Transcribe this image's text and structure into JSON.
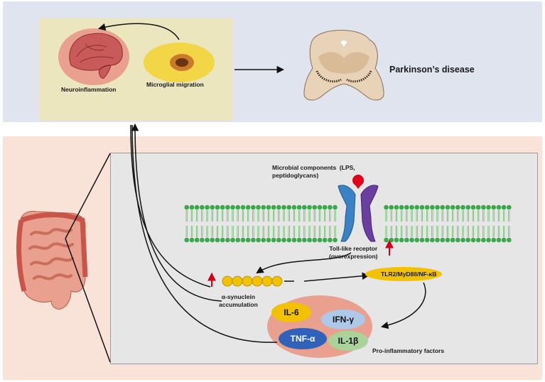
{
  "top": {
    "neuroinflammation": "Neuroinflammation",
    "microglial_migration": "Microglial migration",
    "disease": "Parkinson’s disease"
  },
  "bottom": {
    "microbial_components": "Microbial components  (LPS,\npeptidoglycans)",
    "tlr": "Toll-like receptor\n(overexpression)",
    "pathway": "TLR2/MyD88/NF-κB",
    "synuclein": "α-synuclein\naccumulation",
    "pro_inflammatory": "Pro-inflammatory factors",
    "cytokines": {
      "il6": "IL-6",
      "ifn": "IFN-γ",
      "tnf": "TNF-α",
      "il1b": "IL-1β"
    }
  },
  "colors": {
    "top_panel": "#dfe4ee",
    "bottom_panel": "#f9e3d8",
    "inner_box": "#e6e6e6",
    "brain_box": "#ece6bf",
    "membrane_head": "#3aa84a",
    "receptor_blue": "#3b82c4",
    "receptor_purple": "#6a3fa0",
    "ligand_red": "#e2001a",
    "pathway_oval": "#f2c200",
    "up_arrow": "#d0021b"
  }
}
